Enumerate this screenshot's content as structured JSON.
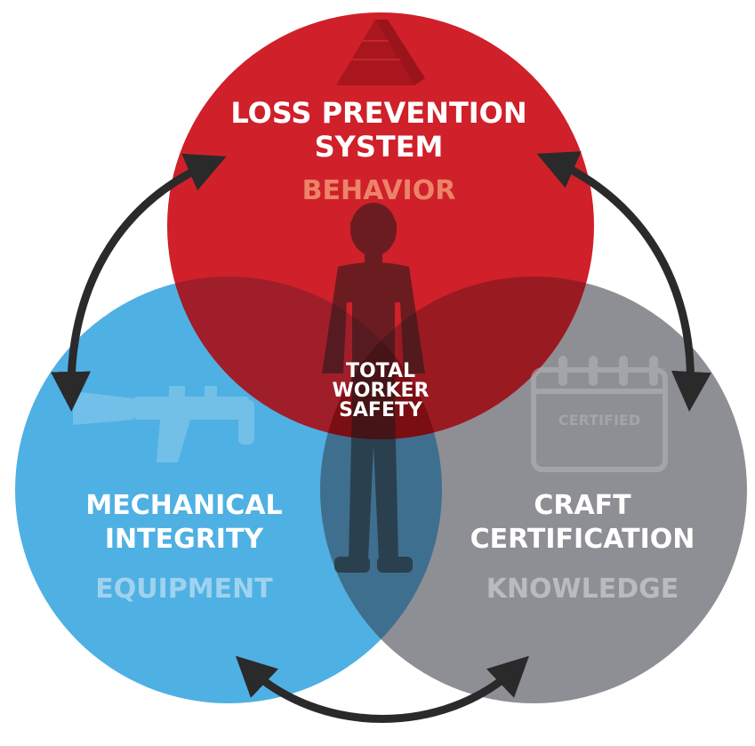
{
  "colors": {
    "red": "#d0202a",
    "blue": "#4fb0e3",
    "gray": "#8e8f94",
    "arrow": "#2a2a2a",
    "behavior_text": "#ec8368",
    "equipment_text": "#9fd2ef",
    "knowledge_text": "#b9bbbe",
    "dark_red_center": "#5e0a0a"
  },
  "circles": {
    "top": {
      "title_line1": "LOSS PREVENTION",
      "title_line2": "SYSTEM",
      "subtitle": "BEHAVIOR",
      "icon": "pyramid-icon"
    },
    "left": {
      "title_line1": "MECHANICAL",
      "title_line2": "INTEGRITY",
      "subtitle": "EQUIPMENT",
      "icon": "spray-gun-icon"
    },
    "right": {
      "title_line1": "CRAFT",
      "title_line2": "CERTIFICATION",
      "subtitle": "KNOWLEDGE",
      "icon": "calendar-icon",
      "icon_label": "CERTIFIED"
    }
  },
  "center": {
    "line1": "TOTAL",
    "line2": "WORKER",
    "line3": "SAFETY",
    "icon": "worker-silhouette-icon"
  },
  "arrows": [
    "top-left-double-arrow",
    "top-right-double-arrow",
    "bottom-double-arrow"
  ]
}
